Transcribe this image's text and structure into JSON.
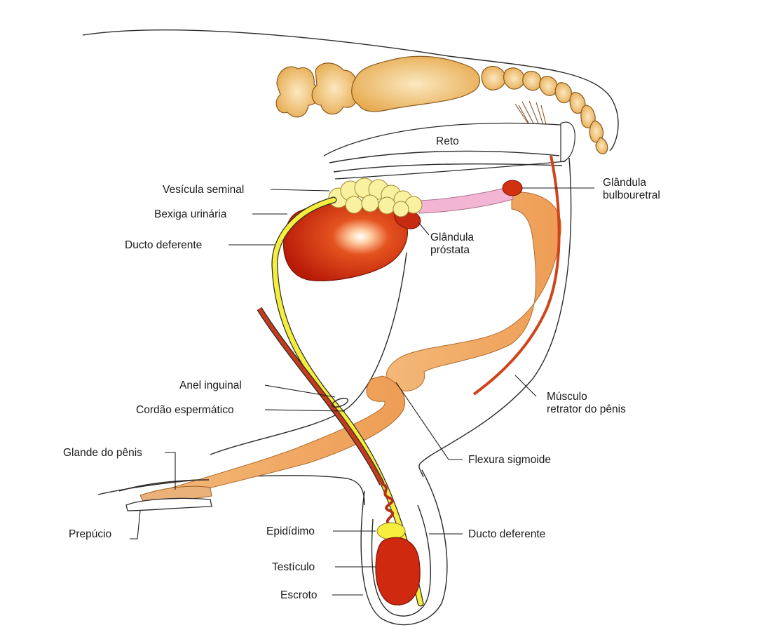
{
  "labels": {
    "reto": "Reto",
    "vesicula_seminal": "Vesícula seminal",
    "bexiga_urinaria": "Bexiga urinária",
    "ducto_deferente_upper": "Ducto deferente",
    "glandula_prostata_line1": "Glândula",
    "glandula_prostata_line2": "próstata",
    "glandula_bulbouretral_line1": "Glândula",
    "glandula_bulbouretral_line2": "bulbouretral",
    "anel_inguinal": "Anel inguinal",
    "cordao_espermatico": "Cordão espermático",
    "glande_do_penis": "Glande do pênis",
    "musculo_retrator_line1": "Músculo",
    "musculo_retrator_line2": "retrator do pênis",
    "flexura_sigmoide": "Flexura sigmoide",
    "prepucio": "Prepúcio",
    "epididimo": "Epidídimo",
    "ducto_deferente_lower": "Ducto deferente",
    "testiculo": "Testículo",
    "escroto": "Escroto"
  },
  "colors": {
    "bone": "#e9b35a",
    "penis": "#f0a45e",
    "bladder": "#c9240c",
    "testis": "#cf2a10",
    "vas_deferens": "#f6ee3c",
    "vesicle": "#f9f0a0",
    "urethra_pelvic": "#f2b6d4",
    "retractor_muscle": "#d0441a",
    "spermatic_cord": "#b4301a"
  }
}
